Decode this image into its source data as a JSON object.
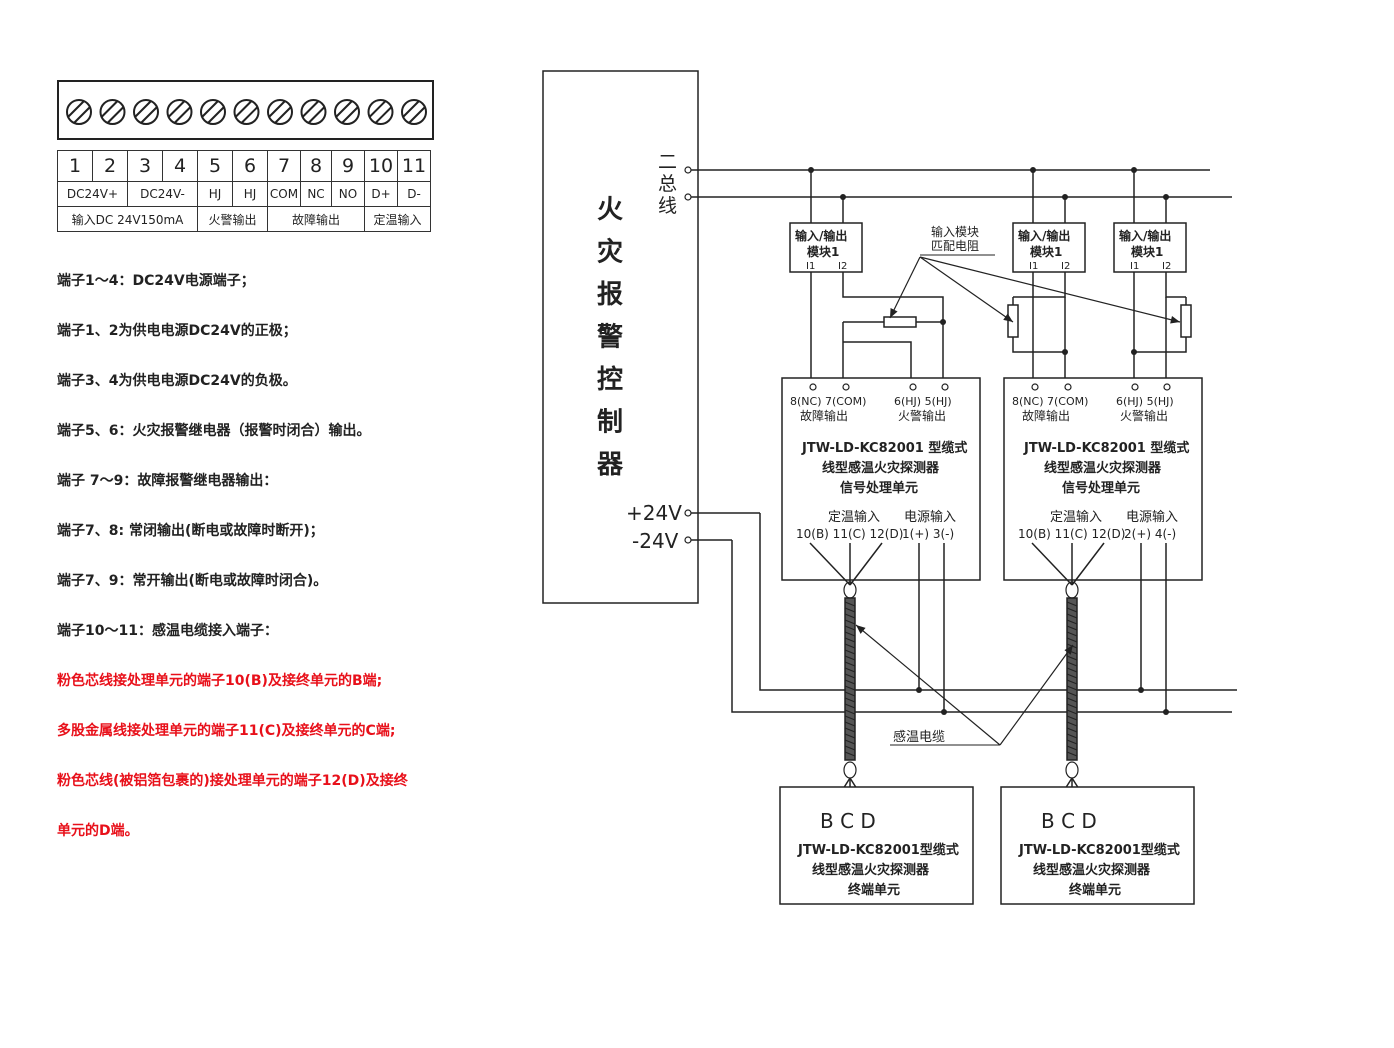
{
  "terminals": {
    "numbers": [
      "1",
      "2",
      "3",
      "4",
      "5",
      "6",
      "7",
      "8",
      "9",
      "10",
      "11"
    ],
    "labels": [
      "DC24V+",
      "DC24V-",
      "HJ",
      "HJ",
      "COM",
      "NC",
      "NO",
      "D+",
      "D-"
    ],
    "groups": [
      "输入DC 24V150mA",
      "火警输出",
      "故障输出",
      "定温输入"
    ]
  },
  "notes": [
    {
      "text": "端子1～4：DC24V电源端子；",
      "red": false
    },
    {
      "text": "端子1、2为供电电源DC24V的正极；",
      "red": false
    },
    {
      "text": " 端子3、4为供电电源DC24V的负极。",
      "red": false
    },
    {
      "text": "端子5、6：火灾报警继电器（报警时闭合）输出。",
      "red": false
    },
    {
      "text": "端子 7～9：故障报警继电器输出：",
      "red": false
    },
    {
      "text": "端子7、8: 常闭输出(断电或故障时断开)；",
      "red": false
    },
    {
      "text": "端子7、9：常开输出(断电或故障时闭合)。",
      "red": false
    },
    {
      "text": "端子10～11：感温电缆接入端子：",
      "red": false
    },
    {
      "text": "粉色芯线接处理单元的端子10(B)及接终单元的B端;",
      "red": true
    },
    {
      "text": "多股金属线接处理单元的端子11(C)及接终单元的C端;",
      "red": true
    },
    {
      "text": "粉色芯线(被铝箔包裹的)接处理单元的端子12(D)及接终",
      "red": true
    },
    {
      "text": "单元的D端。",
      "red": true
    }
  ],
  "diagram": {
    "controller": [
      "火",
      "灾",
      "报",
      "警",
      "控",
      "制",
      "器"
    ],
    "bus": [
      "二",
      "总",
      "线"
    ],
    "plus24": "+24V",
    "minus24": "-24V",
    "io_module": {
      "line1": "输入/输出",
      "line2": "模块1",
      "i1": "I1",
      "i2": "I2"
    },
    "match_resistor": [
      "输入模块",
      "匹配电阻"
    ],
    "unit_left": {
      "fault_terms": "8(NC) 7(COM)",
      "fault_label": "故障输出",
      "fire_terms": "6(HJ)  5(HJ)",
      "fire_label": "火警输出",
      "title1": "JTW-LD-KC82001 型缆式",
      "title2": "线型感温火灾探测器",
      "title3": "信号处理单元",
      "temp_label": "定温输入",
      "power_label": "电源输入",
      "temp_terms": "10(B) 11(C) 12(D)",
      "power_terms": "1(+)  3(-)"
    },
    "unit_right": {
      "fault_terms": "8(NC) 7(COM)",
      "fault_label": "故障输出",
      "fire_terms": "6(HJ)  5(HJ)",
      "fire_label": "火警输出",
      "title1": "JTW-LD-KC82001 型缆式",
      "title2": "线型感温火灾探测器",
      "title3": "信号处理单元",
      "temp_label": "定温输入",
      "power_label": "电源输入",
      "temp_terms": "10(B) 11(C) 12(D)",
      "power_terms": "2(+)  4(-)"
    },
    "cable_label": "感温电缆",
    "end_unit": {
      "bcd": "B C D",
      "title1": "JTW-LD-KC82001型缆式",
      "title2": "线型感温火灾探测器",
      "title3": "终端单元"
    }
  }
}
